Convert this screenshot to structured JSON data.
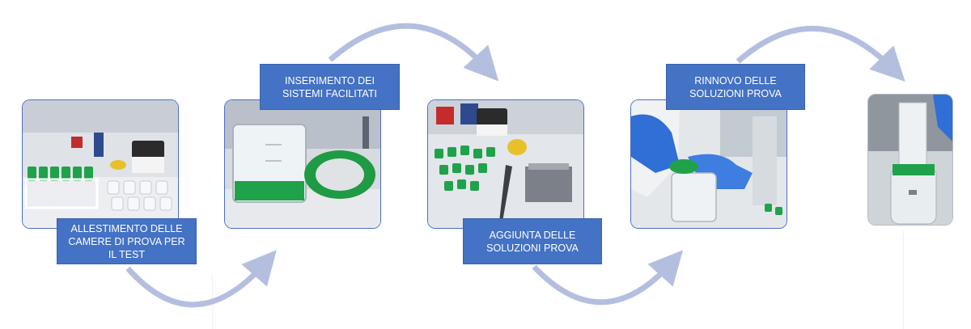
{
  "steps": [
    {
      "caption": "ALLESTIMENTO DELLE CAMERE DI PROVA PER IL TEST",
      "photo": "test-chamber-setup-photo"
    },
    {
      "caption": "INSERIMENTO DEI SISTEMI FACILITATI",
      "photo": "beaker-and-membrane-photo"
    },
    {
      "caption": "AGGIUNTA DELLE SOLUZIONI PROVA",
      "photo": "pipette-and-vials-photo"
    },
    {
      "caption": "RINNOVO DELLE SOLUZIONI PROVA",
      "photo": "gloved-hands-transfer-photo"
    },
    {
      "caption": "",
      "photo": "insert-in-chamber-closeup-photo"
    }
  ],
  "colors": {
    "caption_bg": "#4472c4",
    "caption_text": "#ffffff",
    "arrow": "#b4bfe0",
    "photo_border": "#4a6fc9",
    "green_solution": "#1fa24a"
  }
}
